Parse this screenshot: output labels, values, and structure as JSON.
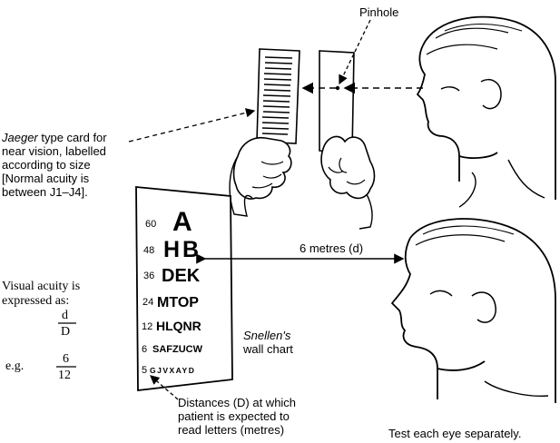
{
  "labels": {
    "pinhole": "Pinhole",
    "jaeger_line1_em": "Jaeger",
    "jaeger_line1_rest": " type card for",
    "jaeger_line2": "near vision, labelled",
    "jaeger_line3": "according to size",
    "jaeger_line4": "[Normal acuity is",
    "jaeger_line5": "between J1–J4].",
    "distance": "6 metres (d)",
    "snellen_em": "Snellen's",
    "snellen_rest": "wall chart",
    "distances_line1": "Distances (D) at which",
    "distances_line2": "patient is expected to",
    "distances_line3": "read letters (metres)",
    "test_each_eye": "Test each eye separately.",
    "va_line1": "Visual acuity is",
    "va_line2": "expressed as:",
    "frac_num": "d",
    "frac_den": "D",
    "eg": "e.g.",
    "eg_num": "6",
    "eg_den": "12"
  },
  "snellen_chart": {
    "rows": [
      {
        "distance": "60",
        "letters": "A"
      },
      {
        "distance": "48",
        "letters": "HB"
      },
      {
        "distance": "36",
        "letters": "DEK"
      },
      {
        "distance": "24",
        "letters": "MTOP"
      },
      {
        "distance": "12",
        "letters": "HLQNR"
      },
      {
        "distance": "6",
        "letters": "SAFZUCW"
      },
      {
        "distance": "5",
        "letters": "GJVXAYD"
      }
    ]
  }
}
